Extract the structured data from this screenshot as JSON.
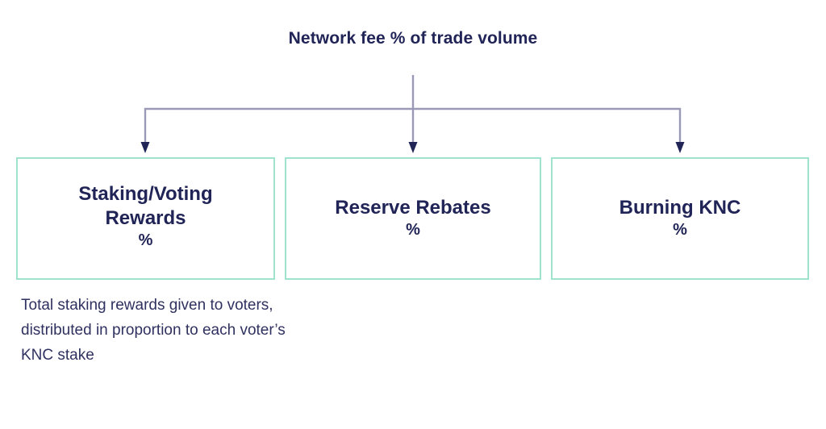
{
  "diagram": {
    "type": "flow-tree",
    "title": "Network fee % of trade volume",
    "colors": {
      "title_text": "#212456",
      "box_border": "#9fe3ce",
      "box_fill": "#ffffff",
      "connector_line": "#9a9ab8",
      "arrowhead": "#212456",
      "caption_text": "#2f3160",
      "background": "#ffffff"
    },
    "branches": [
      {
        "id": "staking",
        "label": "Staking/Voting\nRewards",
        "value": "%",
        "caption": "Total staking rewards given to voters, distributed in proportion to each voter’s KNC stake"
      },
      {
        "id": "reserve",
        "label": "Reserve Rebates",
        "value": "%",
        "caption": ""
      },
      {
        "id": "burning",
        "label": "Burning KNC",
        "value": "%",
        "caption": ""
      }
    ],
    "icons": {
      "arrow": "arrow-down-icon"
    }
  }
}
